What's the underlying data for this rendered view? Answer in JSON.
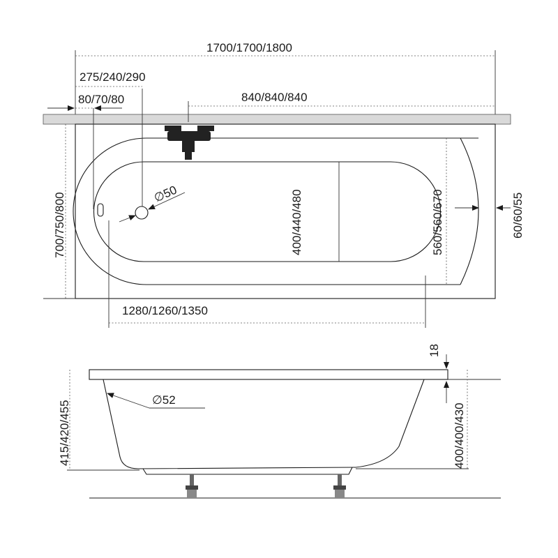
{
  "top_view": {
    "length_total": "1700/1700/1800",
    "drain_offset": "275/240/290",
    "rim_offset": "80/70/80",
    "faucet_offset": "840/840/840",
    "width_total": "700/750/800",
    "drain_diameter": "∅50",
    "inner_width": "400/440/480",
    "basin_width": "560/560/670",
    "edge_depth": "60/60/55",
    "inner_length": "1280/1260/1350"
  },
  "side_view": {
    "rim_thickness": "18",
    "overflow_diameter": "∅52",
    "total_height": "415/420/455",
    "basin_height": "400/400/430"
  }
}
